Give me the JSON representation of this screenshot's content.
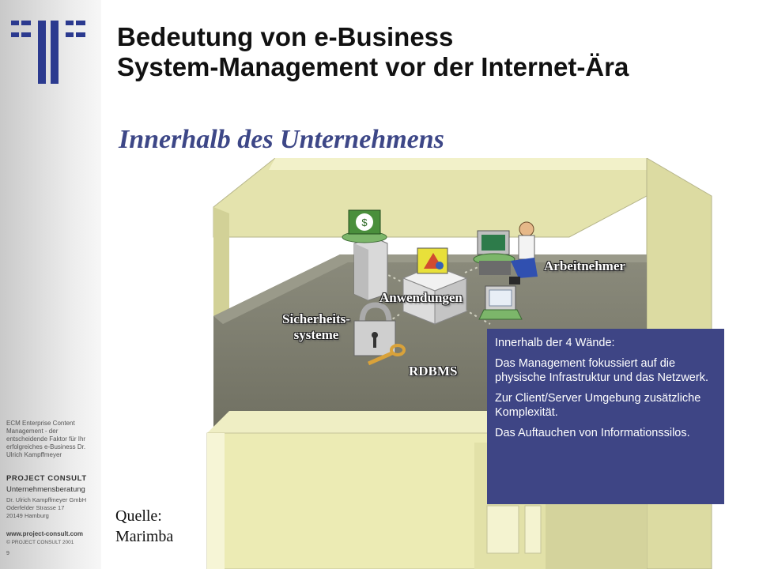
{
  "slide": {
    "title_line1": "Bedeutung von e-Business",
    "title_line2": "System-Management vor der Internet-Ära",
    "subtitle": "Innerhalb des Unternehmens",
    "source_line1": "Quelle:",
    "source_line2": "Marimba"
  },
  "scene_labels": {
    "employees": "Arbeitnehmer",
    "applications": "Anwendungen",
    "security_line1": "Sicherheits-",
    "security_line2": "systeme",
    "rdbms": "RDBMS"
  },
  "infobox": {
    "heading": "Innerhalb der 4 Wände:",
    "para1": "Das Management fokussiert auf die physische Infrastruktur und das Netzwerk.",
    "para2": "Zur Client/Server Umgebung zusätzliche Komplexität.",
    "para3": "Das Auftauchen von Informationssilos."
  },
  "sidebar": {
    "info": "ECM Enterprise Content Management - der entscheidende Faktor für Ihr erfolgreiches e-Business Dr. Ulrich Kampffmeyer",
    "brand": "PROJECT CONSULT",
    "subbrand": "Unternehmensberatung",
    "company": "Dr. Ulrich Kampffmeyer GmbH",
    "street": "Oderfelder Strasse 17",
    "city": "20149 Hamburg",
    "website": "www.project-consult.com",
    "copyright": "© PROJECT CONSULT 2001",
    "page_number": "9"
  },
  "colors": {
    "accent": "#3e4585",
    "subtitle": "#3d4787",
    "logo": "#2b3a8f",
    "wall": "#ecebb4",
    "floor": "#7d7d6e"
  }
}
